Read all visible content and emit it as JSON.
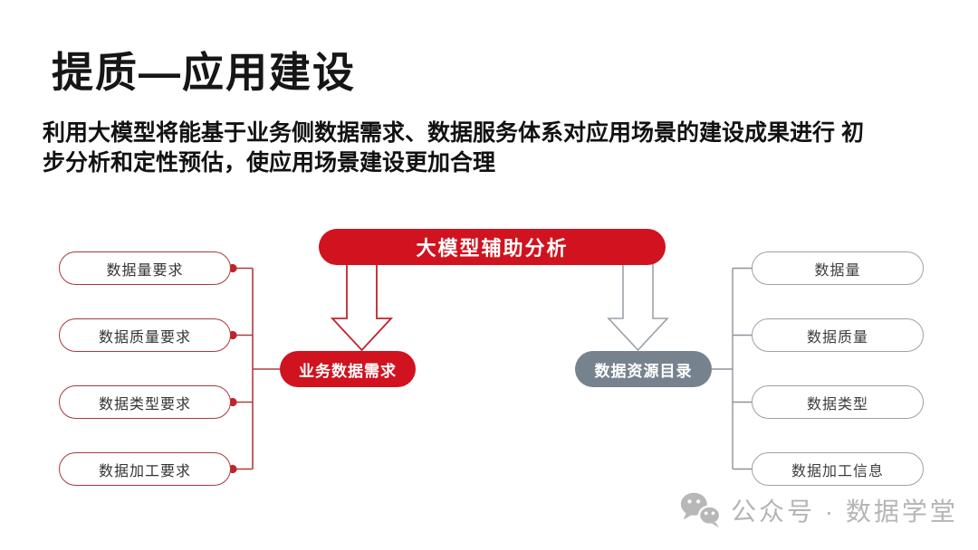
{
  "slide": {
    "title": "提质—应用建设",
    "subtitle": "利用大模型将能基于业务侧数据需求、数据服务体系对应用场景的建设成果进行 初步分析和定性预估，使应用场景建设更加合理"
  },
  "diagram": {
    "root_label": "大模型辅助分析",
    "colors": {
      "primary_red": "#d1121f",
      "red_line": "#b23b3e",
      "red_dot": "#c0242b",
      "slate_gray": "#76838f",
      "gray_line": "#8d949b",
      "left_pill_border": "#a8393d",
      "right_pill_border": "#9aa1a8"
    },
    "icons": {
      "left_arrow": "hollow-down-arrow",
      "right_arrow": "hollow-down-arrow"
    },
    "left_branch": {
      "hub_label": "业务数据需求",
      "items": [
        {
          "label": "数据量要求"
        },
        {
          "label": "数据质量要求"
        },
        {
          "label": "数据类型要求"
        },
        {
          "label": "数据加工要求"
        }
      ]
    },
    "right_branch": {
      "hub_label": "数据资源目录",
      "items": [
        {
          "label": "数据量"
        },
        {
          "label": "数据质量"
        },
        {
          "label": "数据类型"
        },
        {
          "label": "数据加工信息"
        }
      ]
    }
  },
  "watermark": {
    "icon": "wechat-bubbles-icon",
    "text": "公众号 · 数据学堂"
  }
}
